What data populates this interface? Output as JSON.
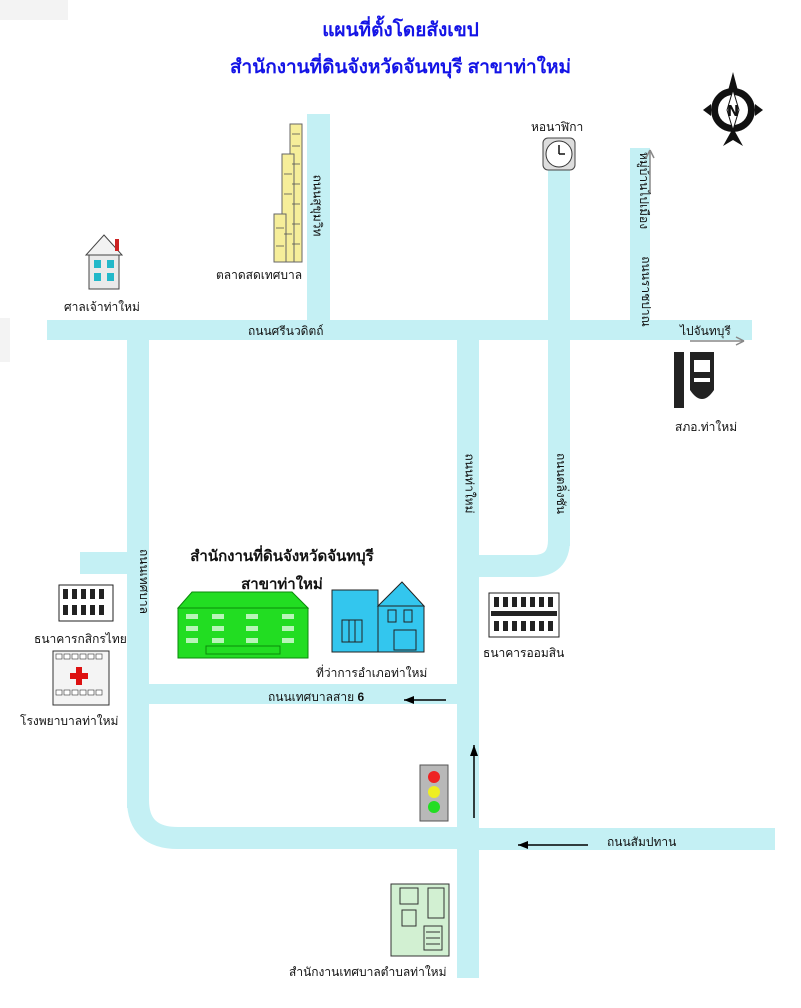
{
  "title": {
    "line1": "แผนที่ตั้งโดยสังเขป",
    "line2": "สำนักงานที่ดินจังหวัดจันทบุรี สาขาท่าใหม่"
  },
  "compass": {
    "letter": "N"
  },
  "roads": {
    "sriwathit": "ถนนศรีนวดิตถ์",
    "songkhlong": "ถนนสุขุมวิท",
    "left_vertical": "ถนนเทศบาล",
    "middle_vertical": "ถนนท่าใหม่",
    "right_vertical": "ถนนตลิ่งชัน",
    "far_right": "ถนนราชปาณ",
    "far_right_top": "หมู่บ้านไปเมือง",
    "tessaban6_name": "ถนนเทศบาลสาย",
    "tessaban6_num": "6",
    "sampathan": "ถนนสัมปทาน",
    "to_chanthaburi": "ไปจันทบุรี"
  },
  "places": {
    "market": "ตลาดสดเทศบาล",
    "shrine": "ศาลเจ้าท่าใหม่",
    "clock": "หอนาฬิกา",
    "gas": "สภอ.ท่าใหม่",
    "kasikorn": "ธนาคารกสิกรไทย",
    "hospital": "โรงพยาบาลท่าใหม่",
    "district": "ที่ว่าการอำเภอท่าใหม่",
    "gsb": "ธนาคารออมสิน",
    "municipal": "สำนักงานเทศบาลตำบลท่าใหม่",
    "office_line1": "สำนักงานที่ดินจังหวัดจันทบุรี",
    "office_line2": "สาขาท่าใหม่"
  },
  "colors": {
    "road": "#c4f0f4",
    "title": "#1414e6",
    "office": "#22dd22",
    "district": "#33c6ee"
  }
}
